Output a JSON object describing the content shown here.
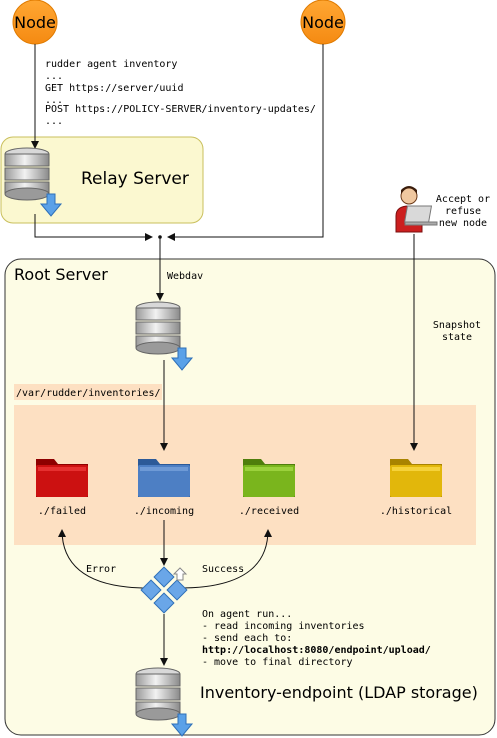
{
  "nodes": {
    "left_label": "Node",
    "right_label": "Node"
  },
  "agent_commands": [
    "rudder agent inventory",
    "...",
    "GET https://server/uuid",
    "...",
    "POST https://POLICY-SERVER/inventory-updates/",
    "..."
  ],
  "relay": {
    "title": "Relay Server"
  },
  "user": {
    "action_lines": [
      "Accept or",
      "refuse",
      "new node"
    ]
  },
  "root": {
    "title": "Root Server"
  },
  "webdav_label": "Webdav",
  "snapshot_lines": [
    "Snapshot",
    "state"
  ],
  "inventories_path": "/var/rudder/inventories/",
  "folders": {
    "failed": "./failed",
    "incoming": "./incoming",
    "received": "./received",
    "historical": "./historical"
  },
  "error_label": "Error",
  "success_label": "Success",
  "agent_run": {
    "lines": [
      "On agent run...",
      "- read incoming inventories",
      "- send each to:",
      "http://localhost:8080/endpoint/upload/",
      "- move to final directory"
    ]
  },
  "endpoint": {
    "title": "Inventory-endpoint (LDAP storage)"
  },
  "colors": {
    "node_orange": "#f7941d",
    "relay_fill": "#fbf8d0",
    "relay_border": "#c9bf5c",
    "root_fill": "#fdfce5",
    "root_border": "#333333",
    "folder_area": "#fde0c2",
    "path_label_bg": "#fde0c2",
    "folder_failed": "#cc1111",
    "folder_incoming": "#4d7fc4",
    "folder_received": "#7ab51d",
    "folder_historical": "#e2b70b",
    "arrow": "#111111"
  },
  "icons": {
    "database": "database-server-icon",
    "folder": "folder-icon",
    "process": "process-diamonds-icon",
    "user": "user-laptop-icon"
  }
}
